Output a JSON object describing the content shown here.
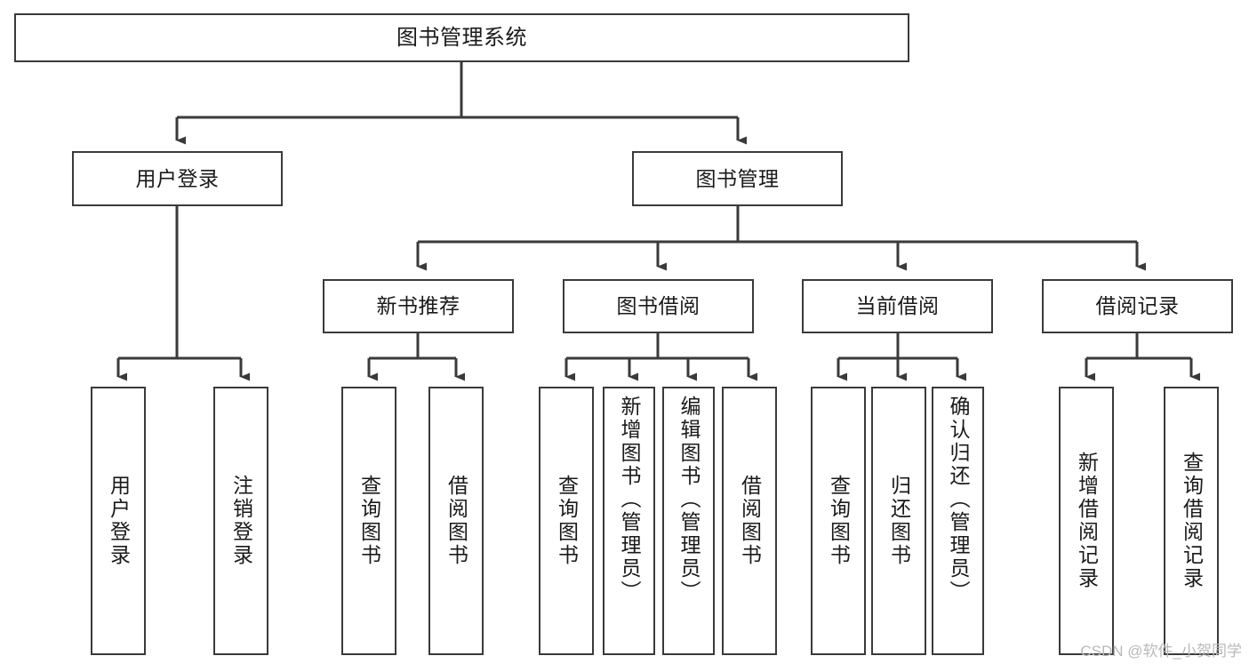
{
  "diagram": {
    "title": "图书管理系统",
    "type": "tree-hierarchy-chart",
    "stroke_color": "#3a3a3a",
    "text_color": "#1a1a1a",
    "background_color": "#ffffff",
    "watermark": "CSDN @软件_小贺同学"
  },
  "nodes": {
    "root": {
      "label": "图书管理系统"
    },
    "level2": [
      {
        "label": "用户登录"
      },
      {
        "label": "图书管理"
      }
    ],
    "level3": [
      {
        "label": "新书推荐"
      },
      {
        "label": "图书借阅"
      },
      {
        "label": "当前借阅"
      },
      {
        "label": "借阅记录"
      }
    ],
    "leaves": {
      "user_login": [
        {
          "label": "用户登录"
        },
        {
          "label": "注销登录"
        }
      ],
      "new_book_recommend": [
        {
          "label": "查询图书"
        },
        {
          "label": "借阅图书"
        }
      ],
      "book_borrow": [
        {
          "label": "查询图书"
        },
        {
          "label": "新增图书（管理员）"
        },
        {
          "label": "编辑图书（管理员）"
        },
        {
          "label": "借阅图书"
        }
      ],
      "current_borrow": [
        {
          "label": "查询图书"
        },
        {
          "label": "归还图书"
        },
        {
          "label": "确认归还（管理员）"
        }
      ],
      "borrow_record": [
        {
          "label": "新增借阅记录"
        },
        {
          "label": "查询借阅记录"
        }
      ]
    }
  }
}
